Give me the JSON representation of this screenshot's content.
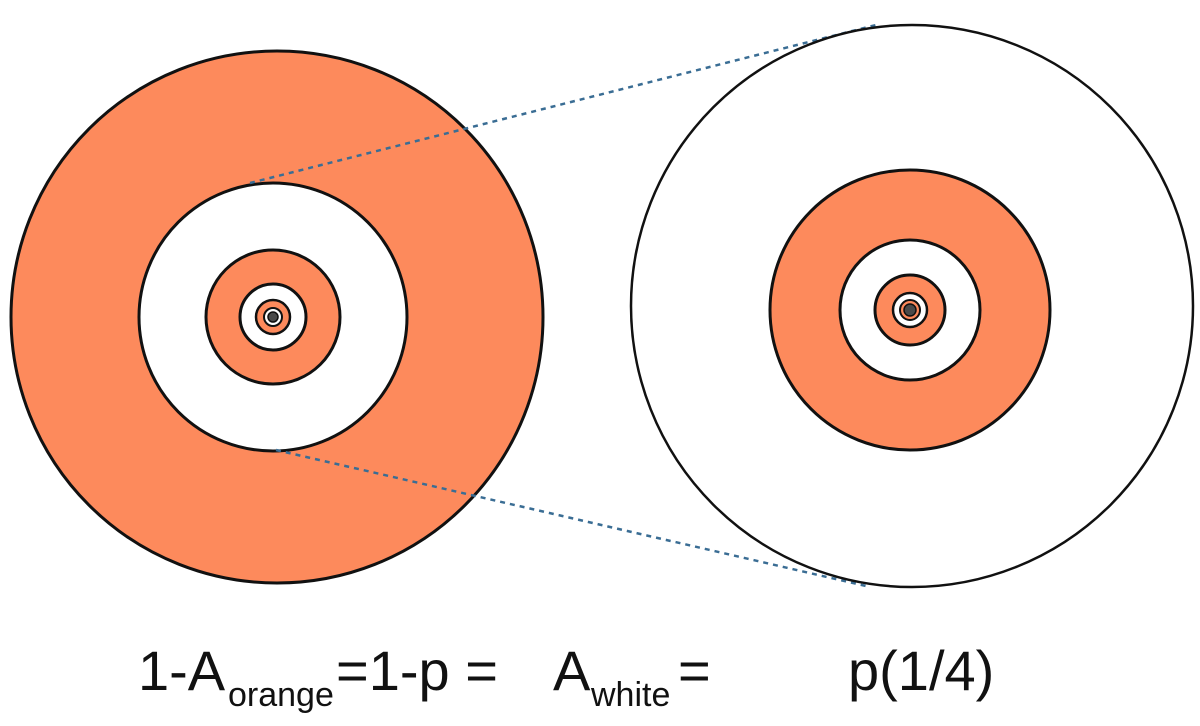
{
  "colors": {
    "orange": "#fd8a5c",
    "white": "#ffffff",
    "stroke": "#111111",
    "connector": "#3a6d94",
    "center_dot": "#4a4a4a"
  },
  "equation": {
    "part1_main": "1-A",
    "part1_sub": "orange",
    "part2": "=1-p =",
    "part3_main": "A",
    "part3_sub": "white",
    "part4": "=",
    "part5": "p(1/4)"
  }
}
